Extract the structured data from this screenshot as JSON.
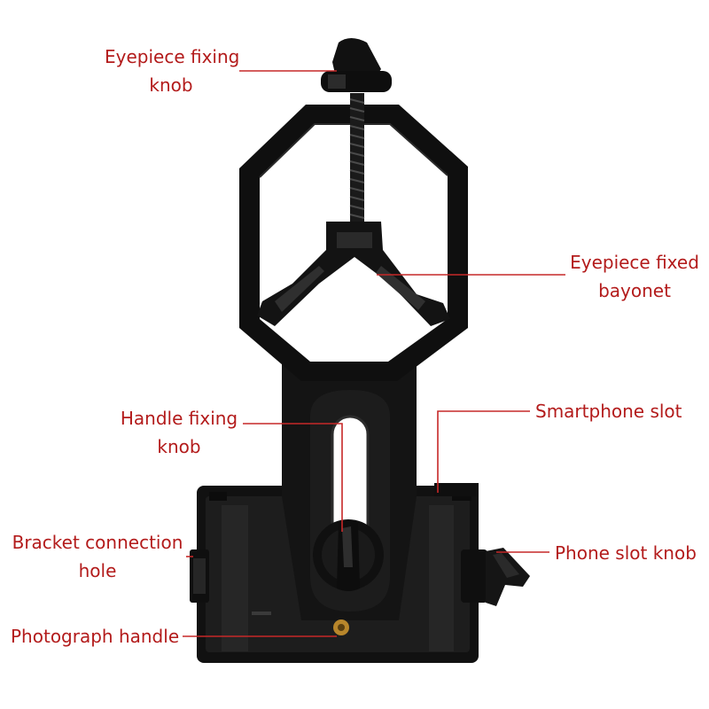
{
  "labels": {
    "eyepiece_fixing_knob": [
      "Eyepiece fixing",
      "knob"
    ],
    "eyepiece_fixed_bayonet": [
      "Eyepiece fixed",
      "bayonet"
    ],
    "handle_fixing_knob": [
      "Handle fixing",
      "knob"
    ],
    "smartphone_slot": [
      "Smartphone slot"
    ],
    "bracket_connection_hole": [
      "Bracket connection",
      "hole"
    ],
    "phone_slot_knob": [
      "Phone slot knob"
    ],
    "photograph_handle": [
      "Photograph handle"
    ]
  },
  "colors": {
    "label_text": "#b31b1b",
    "leader_line": "#c62828",
    "device_body": "#151515",
    "device_highlight": "#3a3a3a",
    "brass_screw": "#b8862b"
  }
}
